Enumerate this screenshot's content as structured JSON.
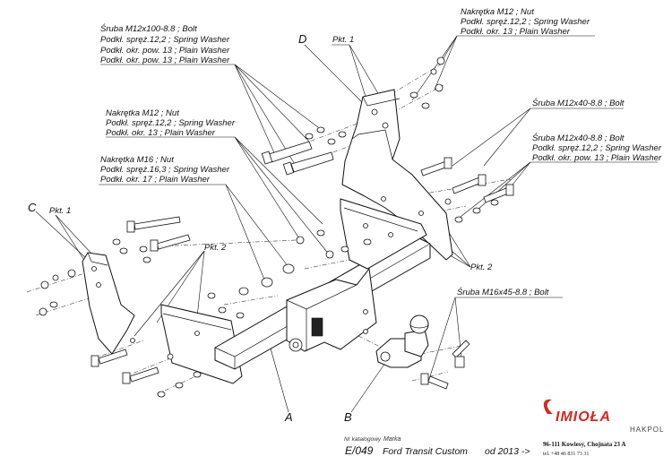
{
  "labels": {
    "d_bolt_1": "Śruba M12x100-8.8 ;  Bolt",
    "d_bolt_2": "Podkł. spręż.12,2 ; Spring Washer",
    "d_bolt_3": "Podkł. okr. pow. 13 ; Plain Washer",
    "d_bolt_4": "Podkł. okr. pow. 13 ; Plain Washer",
    "nut_tr_1": "Nakrętka  M12 ; Nut",
    "nut_tr_2": "Podkł. spręż.12,2 ; Spring Washer",
    "nut_tr_3": "Podkł. okr. 13 ; Plain Washer",
    "nut_l_1": "Nakrętka  M12 ; Nut",
    "nut_l_2": "Podkł. spręż.12,2 ; Spring Washer",
    "nut_l_3": "Podkł. okr. 13 ; Plain Washer",
    "nut16_1": "Nakrętka  M16 ; Nut",
    "nut16_2": "Podkł. spręż.16,3 ; Spring Washer",
    "nut16_3": "Podkł. okr. 17 ; Plain Washer",
    "bolt_r1": "Śruba M12x40-8.8 ;  Bolt",
    "bolt_r2_1": "Śruba M12x40-8.8 ;  Bolt",
    "bolt_r2_2": "Podkł. spręż.12,2 ; Spring Washer",
    "bolt_r2_3": "Podkł. okr. pow. 13 ; Plain Washer",
    "bolt_m16": "Śruba M16x45-8.8 ;  Bolt",
    "pkt1_d": "Pkt. 1",
    "pkt1_c": "Pkt. 1",
    "pkt2_l": "Pkt. 2",
    "pkt2_r": "Pkt. 2",
    "part_a": "A",
    "part_b": "B",
    "part_c": "C",
    "part_d": "D"
  },
  "footer": {
    "catalog_caption": "Nr katalogowy",
    "catalog_number": "E/049",
    "make_caption": "Marka",
    "vehicle": "Ford Transit  Custom",
    "year": "od  2013 ->",
    "brand": "IMIOŁA",
    "brand_sub": "HAKPOL",
    "address": "96-111 Kowiesy, Chojnata 23 A",
    "phone": "tel. +48 46 831 73 31"
  },
  "colors": {
    "logo_red": "#d6281f",
    "line": "#111111"
  }
}
